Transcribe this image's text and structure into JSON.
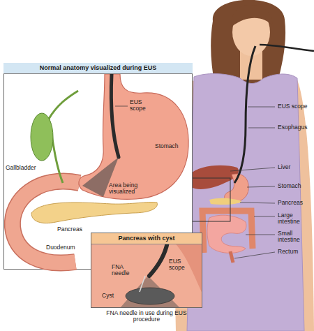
{
  "diagram": {
    "nodes": [
      {
        "text": [
          "Normal anatomy visualized during EUS"
        ]
      },
      {
        "text": [
          "Pancreas with cyst"
        ]
      }
    ],
    "labels": [
      "EUS scope",
      "Stomach",
      "Gallbladder",
      "Area being visualized",
      "Pancreas",
      "Duodenum",
      "EUS scope",
      "FNA needle",
      "Cyst",
      "FNA needle in use during EUS procedure",
      "EUS scope",
      "Esophagus",
      "Liver",
      "Stomach",
      "Pancreas",
      "Large intestine",
      "Small intestine",
      "Rectum"
    ]
  }
}
